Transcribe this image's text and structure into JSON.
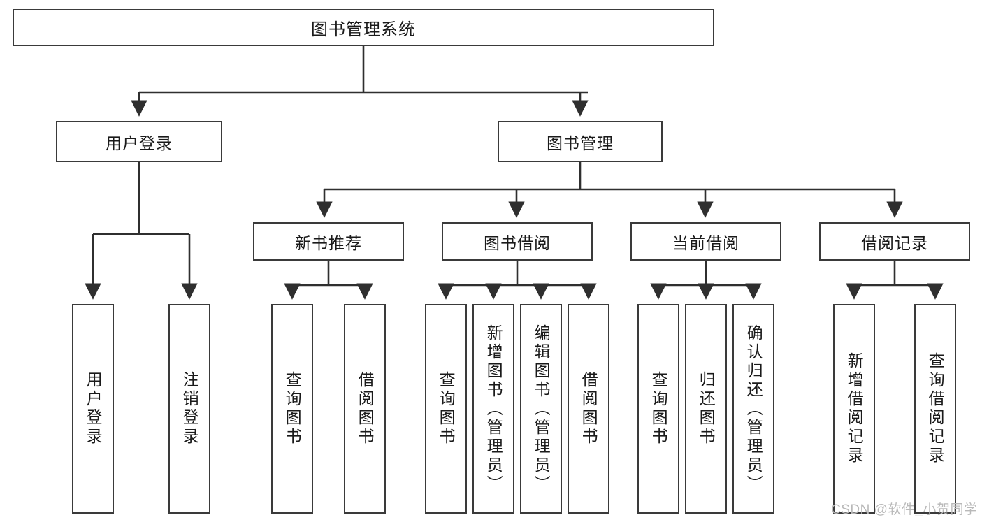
{
  "diagram": {
    "type": "tree-hierarchy",
    "title": "图书管理系统",
    "watermark": "CSDN @软件_小贺同学",
    "colors": {
      "box_border": "#3a3a3a",
      "box_fill": "#ffffff",
      "link": "#2f2f2f",
      "text": "#1a1a1a",
      "watermark": "#b9b9b9"
    },
    "nodes": {
      "root": {
        "label": "图书管理系统"
      },
      "level2": [
        {
          "label": "用户登录"
        },
        {
          "label": "图书管理"
        }
      ],
      "level3": [
        {
          "label": "新书推荐"
        },
        {
          "label": "图书借阅"
        },
        {
          "label": "当前借阅"
        },
        {
          "label": "借阅记录"
        }
      ],
      "leaves": {
        "user_login": [
          {
            "label": "用户登录"
          },
          {
            "label": "注销登录"
          }
        ],
        "new_book_recommend": [
          {
            "label": "查询图书"
          },
          {
            "label": "借阅图书"
          }
        ],
        "book_borrow": [
          {
            "label": "查询图书"
          },
          {
            "label": "新增图书（管理员）"
          },
          {
            "label": "编辑图书（管理员）"
          },
          {
            "label": "借阅图书"
          }
        ],
        "current_borrow": [
          {
            "label": "查询图书"
          },
          {
            "label": "归还图书"
          },
          {
            "label": "确认归还（管理员）"
          }
        ],
        "borrow_record": [
          {
            "label": "新增借阅记录"
          },
          {
            "label": "查询借阅记录"
          }
        ]
      }
    }
  }
}
